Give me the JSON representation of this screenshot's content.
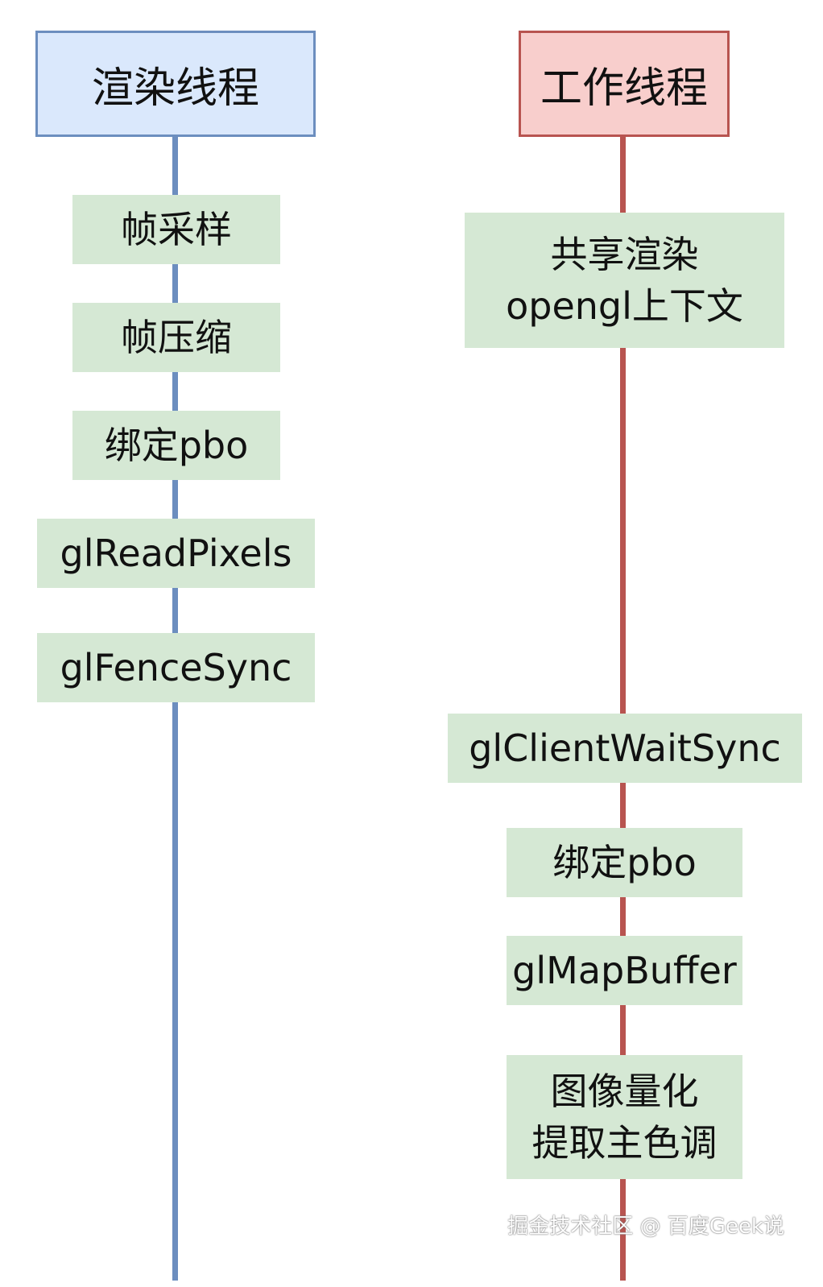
{
  "colors": {
    "render_line": "#6c8ebf",
    "render_header_fill": "#dae8fc",
    "worker_line": "#b85450",
    "worker_header_fill": "#f8cecc",
    "step_fill": "#d5e8d4"
  },
  "render_thread": {
    "title": "渲染线程",
    "steps": [
      "帧采样",
      "帧压缩",
      "绑定pbo",
      "glReadPixels",
      "glFenceSync"
    ]
  },
  "worker_thread": {
    "title": "工作线程",
    "steps": [
      "共享渲染\nopengl上下文",
      "glClientWaitSync",
      "绑定pbo",
      "glMapBuffer",
      "图像量化\n提取主色调"
    ]
  },
  "watermark": "掘金技术社区 @ 百度Geek说"
}
